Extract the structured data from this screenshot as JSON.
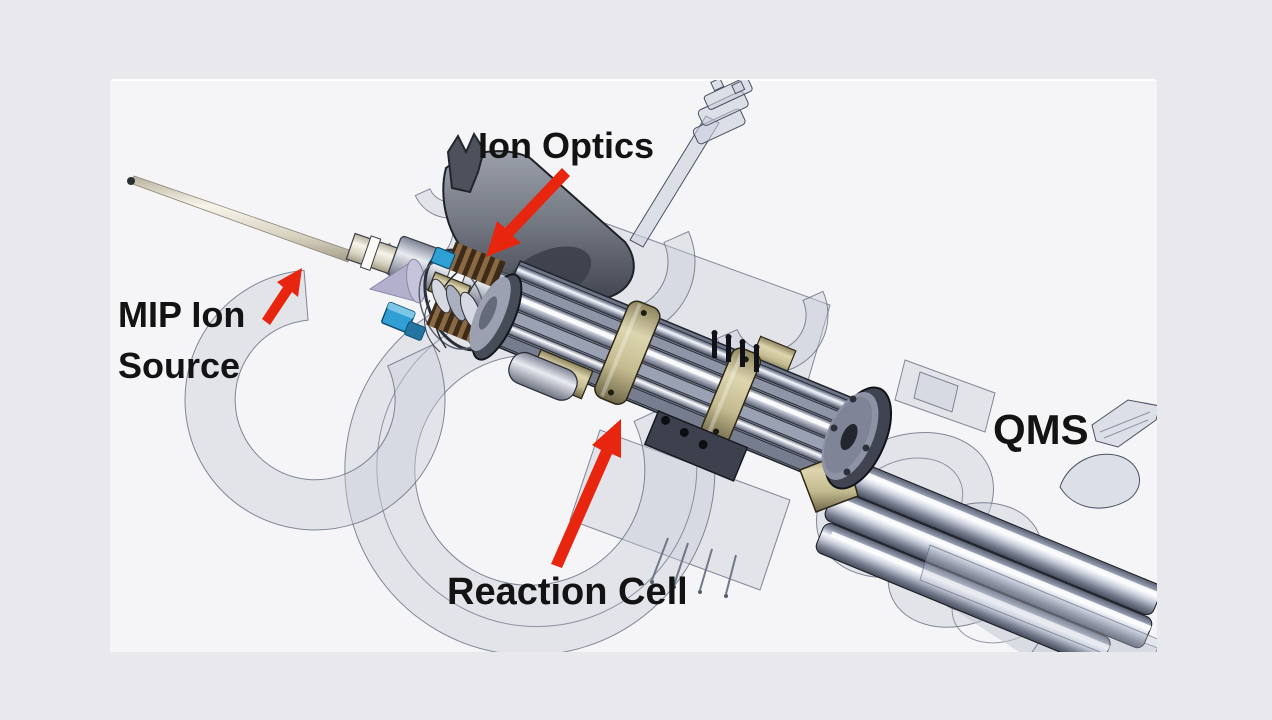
{
  "page": {
    "background_color": "#e8e8ed",
    "canvas_color": "#f5f5f7",
    "top_edge_highlight": "#ffffff"
  },
  "diagram": {
    "arrow_color": "#e8260f",
    "label_color": "#131313",
    "colors": {
      "ghost_housing": "#c7ccd9",
      "metal_bright": "#f5f7fa",
      "metal_mid": "#9aa1b2",
      "metal_dark": "#4c5260",
      "tan_clamp": "#d5cda6",
      "blue_component": "#2f9fd4",
      "cream_probe": "#f2efe4",
      "shroud_dark": "#565b66",
      "cone_lavender": "#b2b0cc"
    },
    "labels": {
      "ion_optics": "Ion Optics",
      "mip_line1": "MIP Ion",
      "mip_line2": "Source",
      "qms": "QMS",
      "reaction_cell": "Reaction Cell"
    }
  }
}
